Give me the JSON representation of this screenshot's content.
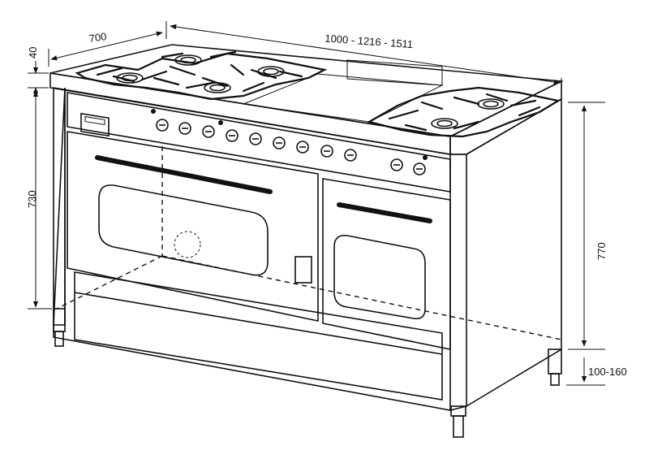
{
  "dimensions": {
    "depth": "700",
    "top_thickness": "40",
    "body_height": "730",
    "width": "1000 - 1216 - 1511",
    "total_height": "770",
    "feet_height": "100-160"
  },
  "colors": {
    "line": "#111111",
    "background": "#ffffff"
  },
  "icons": [
    "gas-burner-icon",
    "control-knob-icon",
    "digital-timer-icon"
  ]
}
